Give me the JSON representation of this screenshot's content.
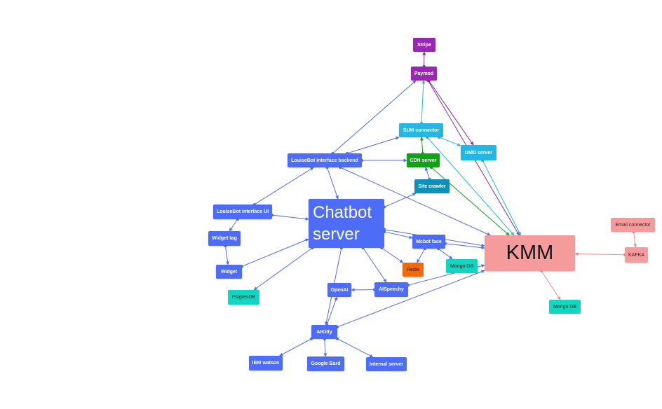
{
  "colors": {
    "primary_blue": "#4d6cf7",
    "purple": "#9827b4",
    "cyan": "#25b7e3",
    "green": "#14a01a",
    "teal": "#0e91b8",
    "mint": "#11d6c0",
    "orange": "#f46a0b",
    "pink": "#f69b9b"
  },
  "nodes": {
    "stripe": "Stripe",
    "paymod": "Paymod",
    "sum_connector": "SUM connector",
    "umd_server": "UMD server",
    "louisebot_backend": "LouiseBot interface backend",
    "cdn_server": "CDN server",
    "site_crawler": "Site crawler",
    "louisebot_ui": "LouiseBot interface UI",
    "chatbot_server": "Chatbot server",
    "widget_tag": "Widget tag",
    "widget": "Widget",
    "mcbot_face": "Mcbot face",
    "redis": "Redis",
    "mongo_db_1": "Mongo DB",
    "kmm": "KMM",
    "email_connector": "Email connector",
    "kafka": "KAFKA",
    "mongo_db_2": "Mongo DB",
    "pstgresdb": "PstgresDB",
    "openai": "OpenAI",
    "aispeechy": "AISpeechy",
    "aikitty": "AIKitty",
    "ibm_watson": "IBM watson",
    "google_bard": "Google Bard",
    "internal_server": "Internal server"
  },
  "edges": [
    {
      "from": "paymod",
      "to": "stripe",
      "color": "purple"
    },
    {
      "from": "louisebot_backend",
      "to": "paymod",
      "color": "blue"
    },
    {
      "from": "paymod",
      "to": "umd_server",
      "color": "purple"
    },
    {
      "from": "paymod",
      "to": "kmm",
      "color": "purple"
    },
    {
      "from": "sum_connector",
      "to": "paymod",
      "color": "cyan"
    },
    {
      "from": "louisebot_backend",
      "to": "sum_connector",
      "color": "blue"
    },
    {
      "from": "sum_connector",
      "to": "umd_server",
      "color": "cyan"
    },
    {
      "from": "sum_connector",
      "to": "kmm",
      "color": "cyan"
    },
    {
      "from": "cdn_server",
      "to": "sum_connector",
      "color": "green"
    },
    {
      "from": "louisebot_backend",
      "to": "cdn_server",
      "color": "blue"
    },
    {
      "from": "cdn_server",
      "to": "kmm",
      "color": "green"
    },
    {
      "from": "site_crawler",
      "to": "cdn_server",
      "color": "blue"
    },
    {
      "from": "umd_server",
      "to": "kmm",
      "color": "cyan"
    },
    {
      "from": "louisebot_backend",
      "to": "chatbot_server",
      "color": "blue"
    },
    {
      "from": "louisebot_backend",
      "to": "kmm",
      "color": "blue"
    },
    {
      "from": "louisebot_ui",
      "to": "louisebot_backend",
      "color": "blue"
    },
    {
      "from": "louisebot_ui",
      "to": "chatbot_server",
      "color": "blue"
    },
    {
      "from": "louisebot_ui",
      "to": "widget_tag",
      "color": "blue"
    },
    {
      "from": "widget_tag",
      "to": "widget",
      "color": "blue"
    },
    {
      "from": "widget",
      "to": "chatbot_server",
      "color": "blue"
    },
    {
      "from": "chatbot_server",
      "to": "pstgresdb",
      "color": "blue"
    },
    {
      "from": "chatbot_server",
      "to": "site_crawler",
      "color": "blue"
    },
    {
      "from": "chatbot_server",
      "to": "kmm",
      "color": "blue"
    },
    {
      "from": "chatbot_server",
      "to": "mcbot_face",
      "color": "blue"
    },
    {
      "from": "chatbot_server",
      "to": "redis",
      "color": "blue"
    },
    {
      "from": "chatbot_server",
      "to": "aispeechy",
      "color": "blue"
    },
    {
      "from": "chatbot_server",
      "to": "aikitty",
      "color": "blue"
    },
    {
      "from": "mcbot_face",
      "to": "kmm",
      "color": "blue"
    },
    {
      "from": "mcbot_face",
      "to": "mongo_db_1",
      "color": "blue"
    },
    {
      "from": "mcbot_face",
      "to": "redis",
      "color": "blue"
    },
    {
      "from": "aispeechy",
      "to": "openai",
      "color": "blue"
    },
    {
      "from": "aispeechy",
      "to": "kmm",
      "color": "blue"
    },
    {
      "from": "aikitty",
      "to": "openai",
      "color": "blue"
    },
    {
      "from": "aikitty",
      "to": "kmm",
      "color": "blue"
    },
    {
      "from": "aikitty",
      "to": "ibm_watson",
      "color": "blue"
    },
    {
      "from": "aikitty",
      "to": "google_bard",
      "color": "blue"
    },
    {
      "from": "aikitty",
      "to": "internal_server",
      "color": "blue"
    },
    {
      "from": "kafka",
      "to": "kmm",
      "color": "pink"
    },
    {
      "from": "email_connector",
      "to": "kafka",
      "color": "pink"
    },
    {
      "from": "kmm",
      "to": "mongo_db_2",
      "color": "pink"
    }
  ]
}
